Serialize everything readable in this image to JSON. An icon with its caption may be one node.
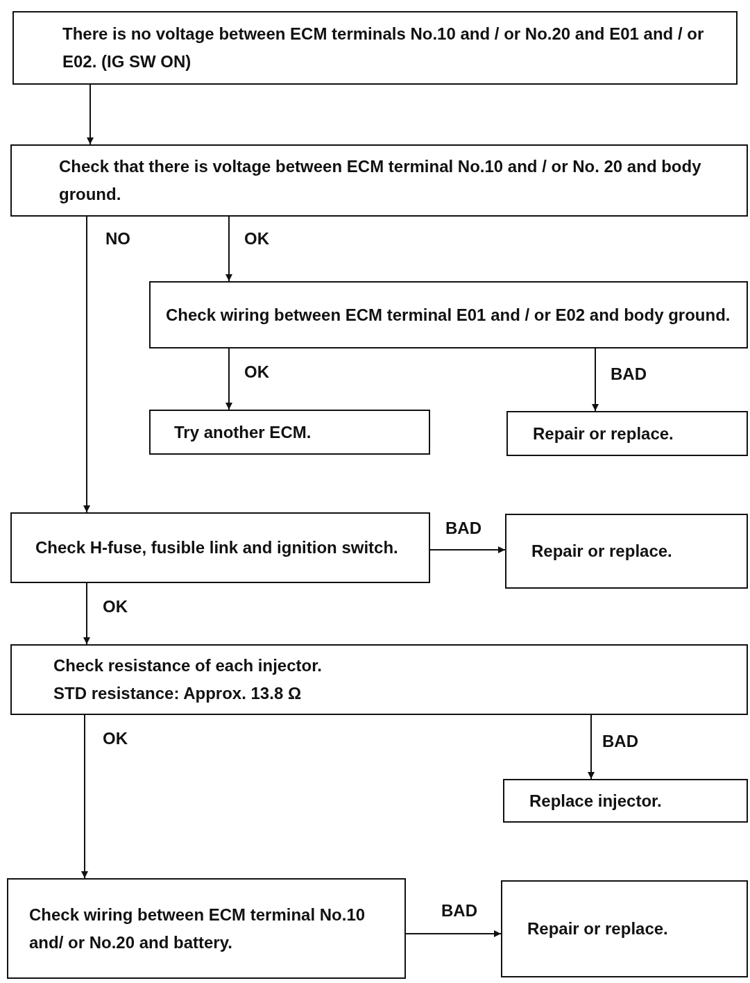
{
  "diagram": {
    "nodes": [
      {
        "text": [
          "There is no voltage between ECM terminals No.10 and / or No.20 and E01 and / or E02. (IG SW ON)"
        ]
      },
      {
        "text": [
          "Check that there is voltage between ECM terminal No.10 and / or No. 20 and body ground."
        ]
      },
      {
        "text": [
          "Check wiring between ECM terminal E01 and / or E02 and body ground."
        ]
      },
      {
        "text": [
          "Try another ECM."
        ]
      },
      {
        "text": [
          "Repair or replace."
        ]
      },
      {
        "text": [
          "Check H-fuse, fusible link and ignition switch."
        ]
      },
      {
        "text": [
          "Repair or replace."
        ]
      },
      {
        "text": [
          "Check resistance of each injector.",
          "STD resistance:   Approx. 13.8 Ω"
        ]
      },
      {
        "text": [
          "Replace injector."
        ]
      },
      {
        "text": [
          "Check wiring between ECM terminal No.10 and/ or No.20 and battery."
        ]
      },
      {
        "text": [
          "Repair or replace."
        ]
      }
    ],
    "edges": [
      {
        "from": 0,
        "to": 1,
        "arrow": "to"
      },
      {
        "from": 1,
        "to": 5,
        "arrow": "to",
        "label": "NO"
      },
      {
        "from": 1,
        "to": 2,
        "arrow": "to",
        "label": "OK"
      },
      {
        "from": 2,
        "to": 3,
        "arrow": "to",
        "label": "OK"
      },
      {
        "from": 2,
        "to": 4,
        "arrow": "to",
        "label": "BAD"
      },
      {
        "from": 5,
        "to": 6,
        "arrow": "to",
        "label": "BAD"
      },
      {
        "from": 5,
        "to": 7,
        "arrow": "to",
        "label": "OK"
      },
      {
        "from": 7,
        "to": 8,
        "arrow": "to",
        "label": "BAD"
      },
      {
        "from": 7,
        "to": 9,
        "arrow": "to",
        "label": "OK"
      },
      {
        "from": 9,
        "to": 10,
        "arrow": "to",
        "label": "BAD"
      }
    ]
  }
}
